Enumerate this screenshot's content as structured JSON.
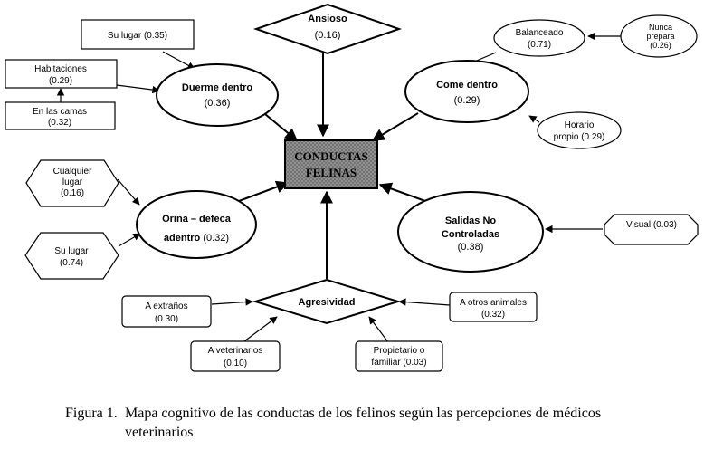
{
  "center": {
    "line1": "CONDUCTAS",
    "line2": "FELINAS"
  },
  "nodes": {
    "ansioso": {
      "label": "Ansioso",
      "value": "(0.16)"
    },
    "duerme": {
      "label": "Duerme dentro",
      "value": "(0.36)"
    },
    "su_lugar_duerme": {
      "text": "Su lugar (0.35)"
    },
    "habitaciones": {
      "label": "Habitaciones",
      "value": "(0.29)"
    },
    "camas": {
      "label": "En las camas",
      "value": "(0.32)"
    },
    "come": {
      "label": "Come dentro",
      "value": "(0.29)"
    },
    "balanceado": {
      "label": "Balanceado",
      "value": "(0.71)"
    },
    "nunca": {
      "line1": "Nunca",
      "line2": "prepara",
      "value": "(0.26)"
    },
    "horario": {
      "line1": "Horario",
      "line2": "propio (0.29)"
    },
    "orina": {
      "line1": "Orina – defeca",
      "line2_bold": "adentro",
      "line2_value": "(0.32)"
    },
    "cualquier": {
      "line1": "Cualquier",
      "line2": "lugar",
      "value": "(0.16)"
    },
    "su_lugar_orina": {
      "label": "Su lugar",
      "value": "(0.74)"
    },
    "salidas": {
      "line1": "Salidas No",
      "line2": "Controladas",
      "value": "(0.38)"
    },
    "visual": {
      "text": "Visual (0.03)"
    },
    "agresividad": {
      "label": "Agresividad"
    },
    "extranos": {
      "label": "A extraños",
      "value": "(0.30)"
    },
    "otros_animales": {
      "label": "A otros animales",
      "value": "(0.32)"
    },
    "veterinarios": {
      "label": "A veterinarios",
      "value": "(0.10)"
    },
    "propietario": {
      "label": "Propietario o",
      "value": "familiar (0.03)"
    }
  },
  "caption": {
    "number": "Figura 1.",
    "line1": "Mapa cognitivo de las conductas de los felinos según las percepciones de médicos",
    "line2": "veterinarios"
  }
}
